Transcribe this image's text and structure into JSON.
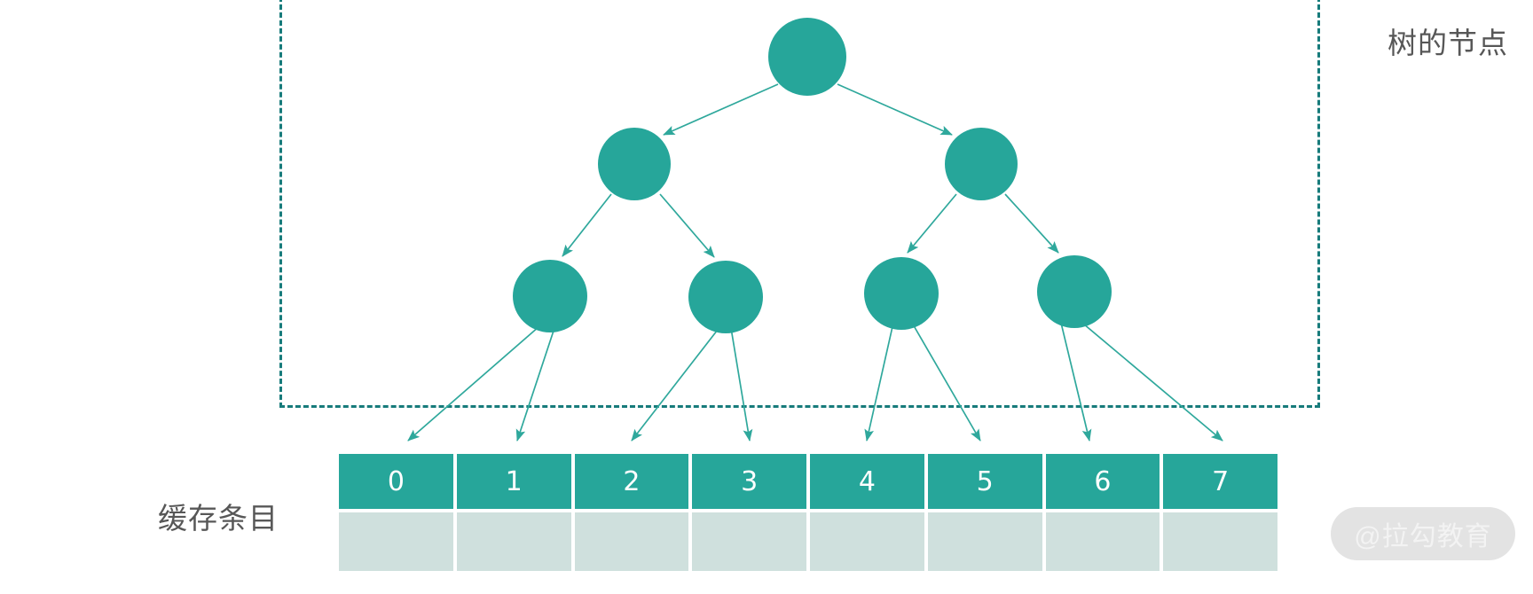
{
  "diagram": {
    "title_region_label": "树的节点",
    "cache_label": "缓存条目",
    "watermark": "@拉勾教育",
    "colors": {
      "node_fill": "#26a69a",
      "edge_stroke": "#2fa89c",
      "dashed_border": "#177b7b",
      "index_cell_bg": "#26a69a",
      "value_cell_bg": "#cfe0dd",
      "index_cell_text": "#ffffff",
      "label_text": "#575757",
      "watermark_bg": "#e3e3e3",
      "watermark_text": "#f3f3f3"
    }
  },
  "tree": {
    "levels": [
      {
        "name": "root",
        "nodes": [
          {
            "id": "n0",
            "label": ""
          }
        ]
      },
      {
        "name": "internal",
        "nodes": [
          {
            "id": "n1",
            "label": ""
          },
          {
            "id": "n2",
            "label": ""
          }
        ]
      },
      {
        "name": "leaf",
        "nodes": [
          {
            "id": "n3",
            "label": ""
          },
          {
            "id": "n4",
            "label": ""
          },
          {
            "id": "n5",
            "label": ""
          },
          {
            "id": "n6",
            "label": ""
          }
        ]
      }
    ],
    "edges": [
      {
        "from": "n0",
        "to": "n1"
      },
      {
        "from": "n0",
        "to": "n2"
      },
      {
        "from": "n1",
        "to": "n3"
      },
      {
        "from": "n1",
        "to": "n4"
      },
      {
        "from": "n2",
        "to": "n5"
      },
      {
        "from": "n2",
        "to": "n6"
      },
      {
        "from": "n3",
        "to": "cell0"
      },
      {
        "from": "n3",
        "to": "cell1"
      },
      {
        "from": "n4",
        "to": "cell2"
      },
      {
        "from": "n4",
        "to": "cell3"
      },
      {
        "from": "n5",
        "to": "cell4"
      },
      {
        "from": "n5",
        "to": "cell5"
      },
      {
        "from": "n6",
        "to": "cell6"
      },
      {
        "from": "n6",
        "to": "cell7"
      }
    ]
  },
  "cache_table": {
    "index_row": [
      "0",
      "1",
      "2",
      "3",
      "4",
      "5",
      "6",
      "7"
    ],
    "value_row": [
      "",
      "",
      "",
      "",
      "",
      "",
      "",
      ""
    ]
  }
}
